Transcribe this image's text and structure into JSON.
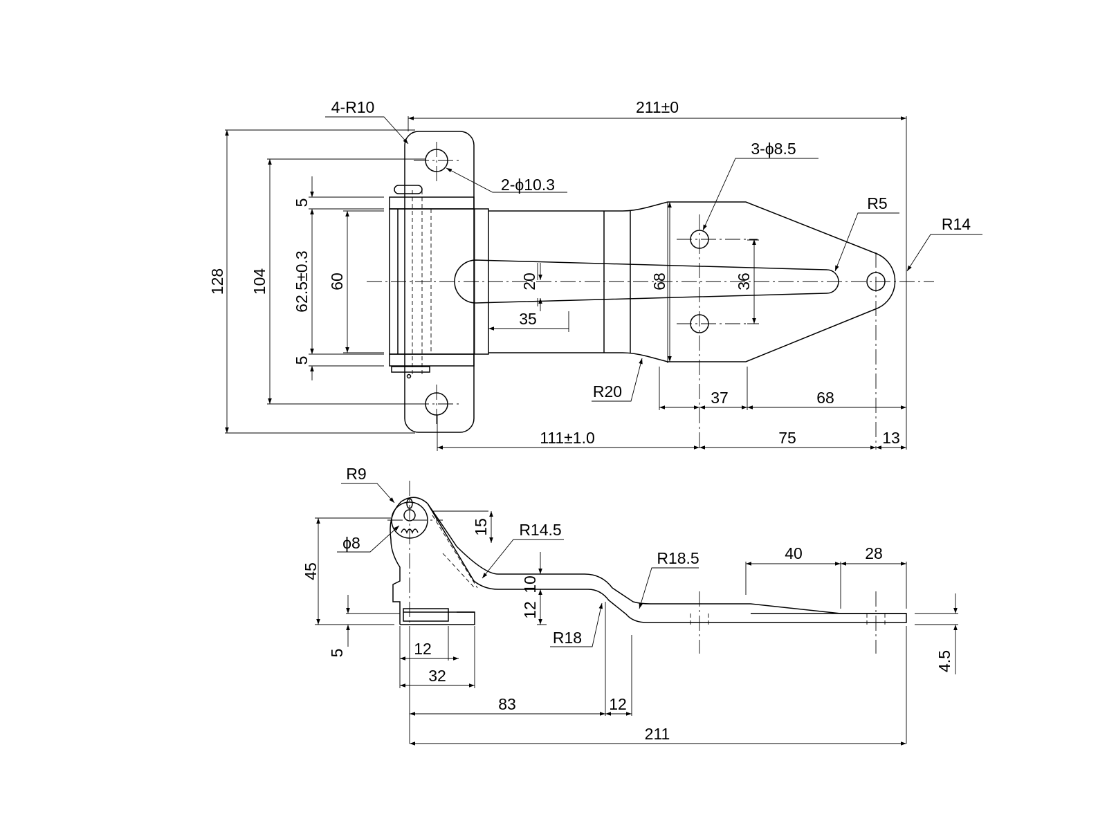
{
  "top_view": {
    "overall_length": "211±0",
    "corner_radius_note": "4-R10",
    "mount_hole_note": "2-ϕ10.3",
    "slot_hole_note": "3-ϕ8.5",
    "slot_end_radius": "R5",
    "tip_radius": "R14",
    "waist_radius": "R20",
    "overall_height": "128",
    "hole_pitch_vertical": "104",
    "knuckle_length": "62.5±0.3",
    "leaf_width": "60",
    "knuckle_gap_top": "5",
    "knuckle_gap_bottom": "5",
    "slot_width": "20",
    "strap_height": "68",
    "hole_pitch_36": "36",
    "slot_offset": "35",
    "dim_37": "37",
    "dim_68": "68",
    "dim_111": "111±1.0",
    "dim_75": "75",
    "dim_13": "13"
  },
  "side_view": {
    "knuckle_radius": "R9",
    "pin_dia": "ϕ8",
    "bend_radius_1": "R14.5",
    "bend_radius_2": "R18.5",
    "bend_radius_3": "R18",
    "dim_15": "15",
    "dim_10": "10",
    "dim_12_vertical": "12",
    "dim_45": "45",
    "dim_5": "5",
    "dim_12_horizontal": "12",
    "dim_32": "32",
    "dim_83": "83",
    "dim_12_bottom": "12",
    "overall_length": "211",
    "dim_40": "40",
    "dim_28": "28",
    "thickness": "4.5"
  }
}
